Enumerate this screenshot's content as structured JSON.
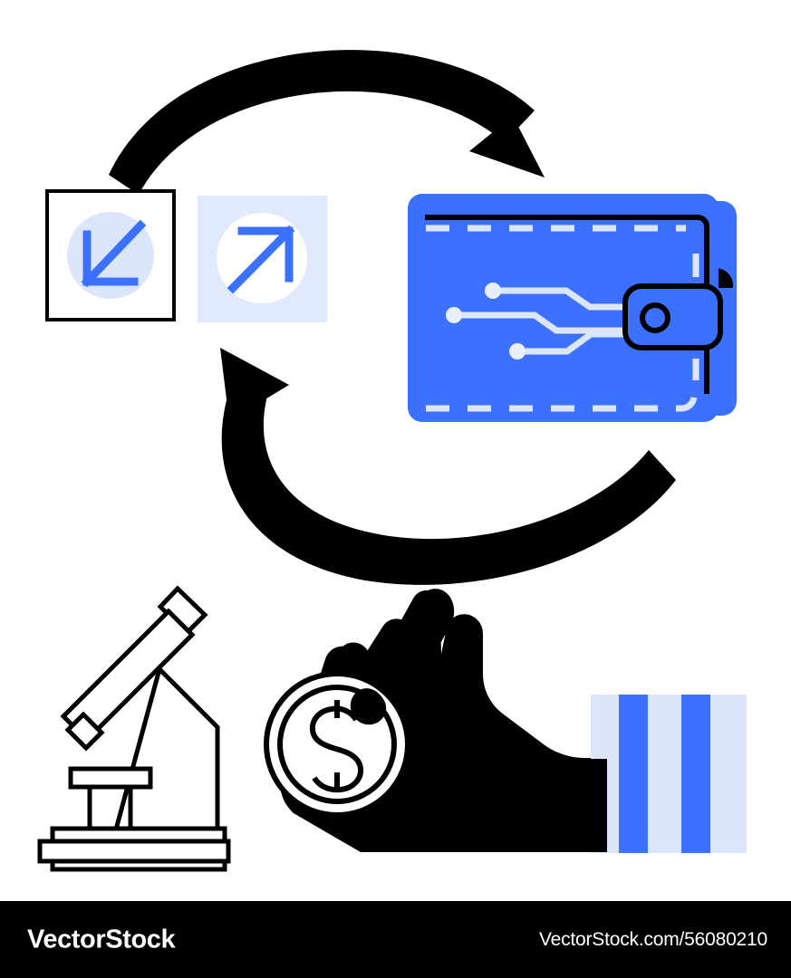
{
  "illustration": {
    "title": "Digital wallet money exchange flat illustration",
    "background_color": "#ffffff",
    "colors": {
      "brand_blue": "#3B71FE",
      "light_blue": "#DCE6FB",
      "pale_blue": "#E4EDFD",
      "black": "#000000",
      "white": "#ffffff"
    },
    "elements": [
      {
        "name": "top-curved-arrow",
        "label": "Top curved arrow pointing right to wallet",
        "color": "#000000"
      },
      {
        "name": "bottom-curved-arrow",
        "label": "Bottom curved arrow pointing left to icon boxes",
        "color": "#000000"
      },
      {
        "name": "arrow-in-box",
        "label": "Incoming arrow icon box (down-left arrow)",
        "color": "#3B71FE"
      },
      {
        "name": "arrow-out-box",
        "label": "Outgoing arrow icon box (up-right arrow)",
        "color": "#3B71FE"
      },
      {
        "name": "digital-wallet",
        "label": "Digital wallet with circuit traces and clasp",
        "color": "#3B71FE"
      },
      {
        "name": "microscope",
        "label": "Microscope line art",
        "color": "#000000"
      },
      {
        "name": "hand-holding-coin",
        "label": "Hand holding dollar coin",
        "color": "#000000"
      },
      {
        "name": "striped-square",
        "label": "Striped decorative square",
        "color": "#3B71FE"
      }
    ],
    "coin": {
      "currency_symbol": "$",
      "label": "dollar coin"
    },
    "wallet": {
      "circuit_node_count": 3,
      "clasp_label": "wallet clasp with circular button"
    },
    "striped_square": {
      "stripe_count": 2,
      "stripe_color": "#3B71FE",
      "background_color": "#DCE6FB"
    }
  },
  "footer": {
    "brand": "VectorStock",
    "url": "VectorStock.com/56080210",
    "background_color": "#000000",
    "text_color": "#ffffff"
  }
}
